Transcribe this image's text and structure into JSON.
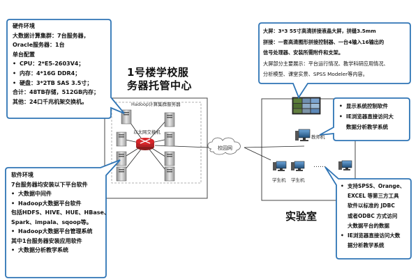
{
  "hw": {
    "title": "硬件环境",
    "lines": [
      "大数据计算集群：7台服务器，",
      "Oracle服务器：1台",
      "单台配置"
    ],
    "bullets": [
      "CPU：2*E5-2603V4；",
      "内存：4*16G DDR4；",
      "硬盘：3*2TB SAS 3.5寸；"
    ],
    "summary": [
      "合计：48TB存储，512GB内存；",
      "其他：24口千兆机架交换机。"
    ]
  },
  "center": {
    "title_line1": "1号楼学校服",
    "title_line2": "务器托管中心",
    "cluster_label": "Hadoop计算集群服务器",
    "switch_label": "以太网交换机",
    "campus_label": "校园网"
  },
  "sw": {
    "title": "软件环境",
    "line1": "7台服务器均安装以下平台软件",
    "bullets1": [
      "大数据中间件",
      "Hadoop大数据平台软件"
    ],
    "line2": "包括HDFS、HIVE、HUE、HBase、",
    "line3": "Spark、impala、sqoop等。",
    "bullets2": [
      "Hadoop大数据平台管理系统"
    ],
    "line4": "其中1台服务器安装应用软件",
    "bullets3": [
      "大数据分析教学系统"
    ]
  },
  "screen": {
    "lines": [
      "大屏：3*3 55寸高清拼接液晶大屏，拼缝3.5mm",
      "拼接：一套高清图形拼接控制器、一台4输入16输出的",
      "信号处理器、安装所需附件和支架。",
      "大屏部分主要展示：平台运行情况、教学科研应用情况、",
      "分析模型、课堂实景、SPSS Modeler等内容。"
    ]
  },
  "teacher": {
    "bullets": [
      "显示系统控制软件",
      "IE浏览器直接访问大"
    ],
    "cont": "数据分析教学系统",
    "pc_label": "教师机"
  },
  "lab": {
    "title": "实验室",
    "student_label": "学生机",
    "dots": "……"
  },
  "student": {
    "bullets": [
      "支持SPSS、Orange、"
    ],
    "conts": [
      "EXCEL 等第三方工具",
      "软件以标准的 JDBC",
      "或者ODBC 方式访问",
      "大数据平台的数据"
    ],
    "bullets2": [
      "IE浏览器直接访问大数"
    ],
    "conts2": [
      "据分析教学系统"
    ]
  },
  "colors": {
    "bubble_border": "#2e74b5",
    "box_border": "#444444",
    "switch_red": "#d9262a"
  }
}
